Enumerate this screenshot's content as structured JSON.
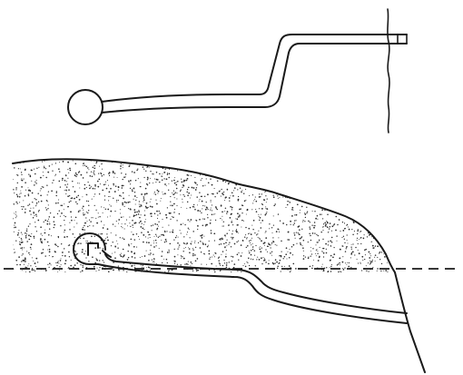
{
  "figure": {
    "type": "line-drawing",
    "panels": [
      {
        "name": "upper-panel",
        "elements": [
          "wall-line",
          "pipe",
          "bulb"
        ]
      },
      {
        "name": "lower-panel",
        "elements": [
          "stippled-mound",
          "buried-pipe",
          "bulb-with-hook",
          "water-level-dashed-line",
          "slope-line"
        ]
      }
    ],
    "colors": {
      "ink": "#1a1a1a",
      "background": "#ffffff",
      "stipple": "#2a2a2a"
    }
  }
}
